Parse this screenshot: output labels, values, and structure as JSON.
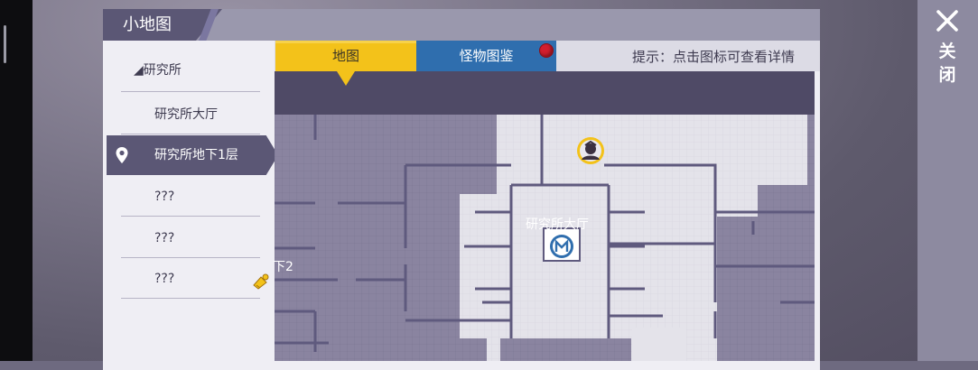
{
  "window": {
    "title": "小地图",
    "close_label": "关闭"
  },
  "sidebar": {
    "header": "◢研究所",
    "items": [
      {
        "label": "研究所大厅",
        "selected": false
      },
      {
        "label": "研究所地下1层",
        "selected": true
      },
      {
        "label": "???",
        "selected": false
      },
      {
        "label": "???",
        "selected": false
      },
      {
        "label": "???",
        "selected": false
      }
    ]
  },
  "tabs": {
    "map": "地图",
    "monster": "怪物图鉴",
    "hint": "提示：点击图标可查看详情"
  },
  "map": {
    "hall_label": "研究所大厅",
    "side_label": "下2"
  },
  "colors": {
    "accent_yellow": "#f3c21a",
    "tab_blue": "#2f6eae",
    "selected_purple": "#5b5775",
    "alert_red": "#d11e2e"
  },
  "icons": [
    "close-icon",
    "location-pin-icon",
    "npc-portrait-icon",
    "hall-warp-icon",
    "key-bell-icon",
    "notification-dot-icon"
  ]
}
